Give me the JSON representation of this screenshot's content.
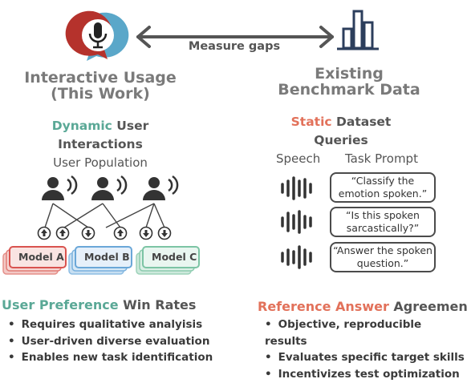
{
  "colors": {
    "teal": "#5aa896",
    "orange": "#e2715a",
    "red_model": "#d9534f",
    "blue_model": "#6aa7d8",
    "green_model": "#7cc4a4",
    "dark": "#4a4a4a"
  },
  "top": {
    "arrow_label": "Measure gaps",
    "left_icon": "microphone-chat-icon",
    "right_icon": "bar-chart-icon"
  },
  "left": {
    "title_line1": "Interactive Usage",
    "title_line2": "(This Work)",
    "subtitle_highlight": "Dynamic",
    "subtitle_rest": "User",
    "subtitle_line2": "Interactions",
    "population_label": "User Population",
    "models": [
      "Model A",
      "Model B",
      "Model C"
    ],
    "section_title_highlight": "User Preference",
    "section_title_rest": "Win Rates",
    "bullets": [
      "Requires qualitative analyisis",
      "User-driven diverse evaluation",
      "Enables new task identification"
    ]
  },
  "right": {
    "title_line1": "Existing",
    "title_line2": "Benchmark Data",
    "subtitle_highlight": "Static",
    "subtitle_rest": "Dataset",
    "subtitle_line2": "Queries",
    "col_speech": "Speech",
    "col_prompt": "Task Prompt",
    "prompts": [
      "“Classify the emotion spoken.”",
      "“Is this spoken sarcastically?”",
      "“Answer the spoken question.”"
    ],
    "section_title_highlight": "Reference Answer",
    "section_title_rest": "Agreement",
    "bullets": [
      "Objective, reproducible results",
      "Evaluates specific target skills",
      "Incentivizes test optimization"
    ]
  }
}
